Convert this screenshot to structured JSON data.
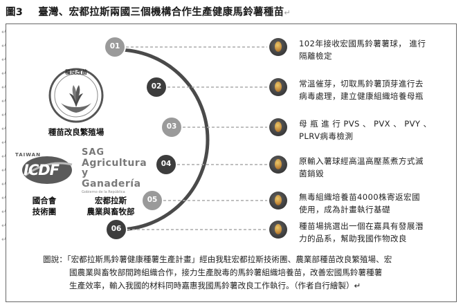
{
  "figure": {
    "number": "圖3",
    "title": "臺灣、宏都拉斯兩國三個機構合作生產健康馬鈴薯種苗",
    "return_mark": "↵"
  },
  "organizations": {
    "seed_station": {
      "badge_text": "種良改苗",
      "caption": "種苗改良繁殖場"
    },
    "icdf": {
      "logo_prefix": "TAIWAN",
      "logo_text": "ICDF",
      "caption_lines": [
        "國合會",
        "技術團"
      ]
    },
    "sag": {
      "mark": "SAG",
      "logo_line1": "Agricultura",
      "logo_line2": "y Ganadería",
      "logo_line3": "Gobierno de la República",
      "caption_lines": [
        "宏都拉斯",
        "農業與畜牧部"
      ]
    }
  },
  "steps": [
    {
      "number": "01",
      "lines": [
        "102年接收宏國馬鈴薯薯球，  進行",
        "隔離檢定"
      ]
    },
    {
      "number": "02",
      "lines": [
        "常溫催芽，切取馬鈴薯頂芽進行去",
        "病毒處理，建立健康組織培養母瓶"
      ]
    },
    {
      "number": "03",
      "lines": [
        "母 瓶 進 行 PVS 、 PVX 、 PVY 、",
        "PLRV病毒檢測"
      ]
    },
    {
      "number": "04",
      "lines": [
        "原輸入薯球經高溫高壓蒸煮方式滅",
        "菌銷毀"
      ]
    },
    {
      "number": "05",
      "lines": [
        "無毒組織培養苗4000株寄返宏國",
        "使用，成為計畫執行基礎"
      ]
    },
    {
      "number": "06",
      "lines": [
        "種苗場挑選出一個在嘉具有發展潛",
        "力的品系，幫助我國作物改良"
      ]
    }
  ],
  "caption": {
    "line1": "圖說：「宏都拉斯馬鈴薯健康種薯生產計畫」經由我駐宏都拉斯技術團、農業部種苗改良繁殖場、宏",
    "line2": "國農業與畜牧部間跨組織合作，接力生產脫毒的馬鈴薯組織培養苗，改善宏國馬鈴薯種薯",
    "line3": "生產效率，輸入我國的材料同時嘉惠我國馬鈴薯改良工作執行。（作者自行繪製）↵"
  },
  "colors": {
    "step_light": "#9a9a9a",
    "step_dark": "#3d3d3d",
    "arc": "#4a4a4a",
    "dash": "#aaaaaa"
  }
}
